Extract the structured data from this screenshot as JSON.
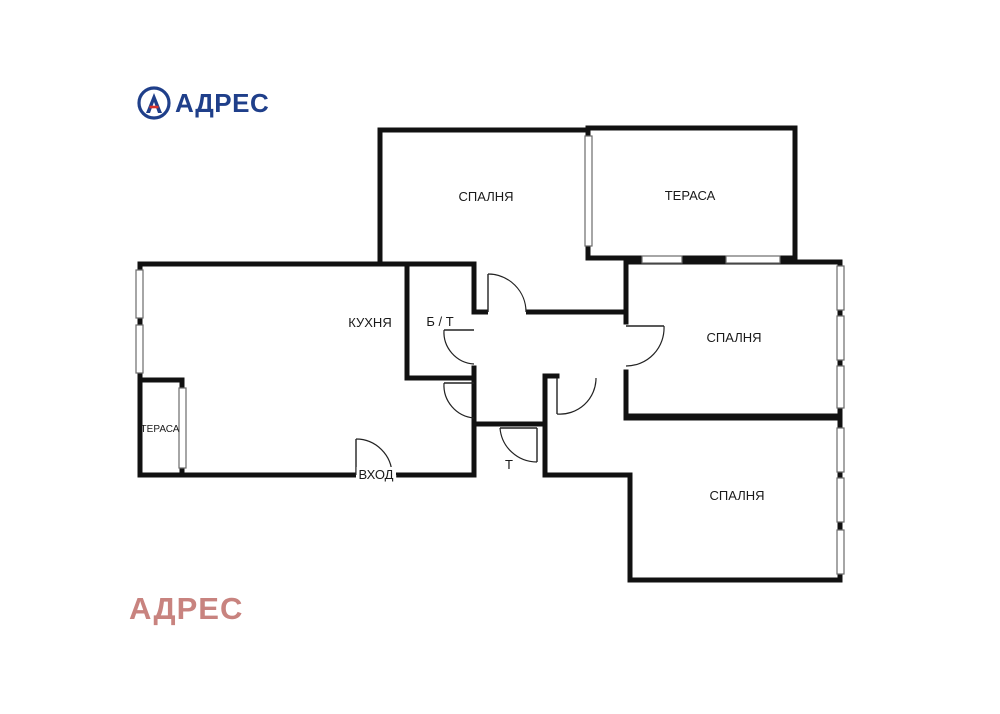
{
  "brand": {
    "logo_text": "АДРЕС",
    "logo_icon": "address-a-logo-icon",
    "logo_color": "#1f3f8a",
    "logo_accent": "#d9322b",
    "watermark_text": "АДРЕС",
    "watermark_color": "#c8837f"
  },
  "rooms": {
    "bedroom_top": "СПАЛНЯ",
    "terrace_top": "ТЕРАСА",
    "kitchen": "КУХНЯ",
    "bath_wc": "Б / Т",
    "bedroom_right": "СПАЛНЯ",
    "terrace_left": "ТЕРАСА",
    "entrance": "ВХОД",
    "toilet": "Т",
    "bedroom_bottom": "СПАЛНЯ"
  }
}
